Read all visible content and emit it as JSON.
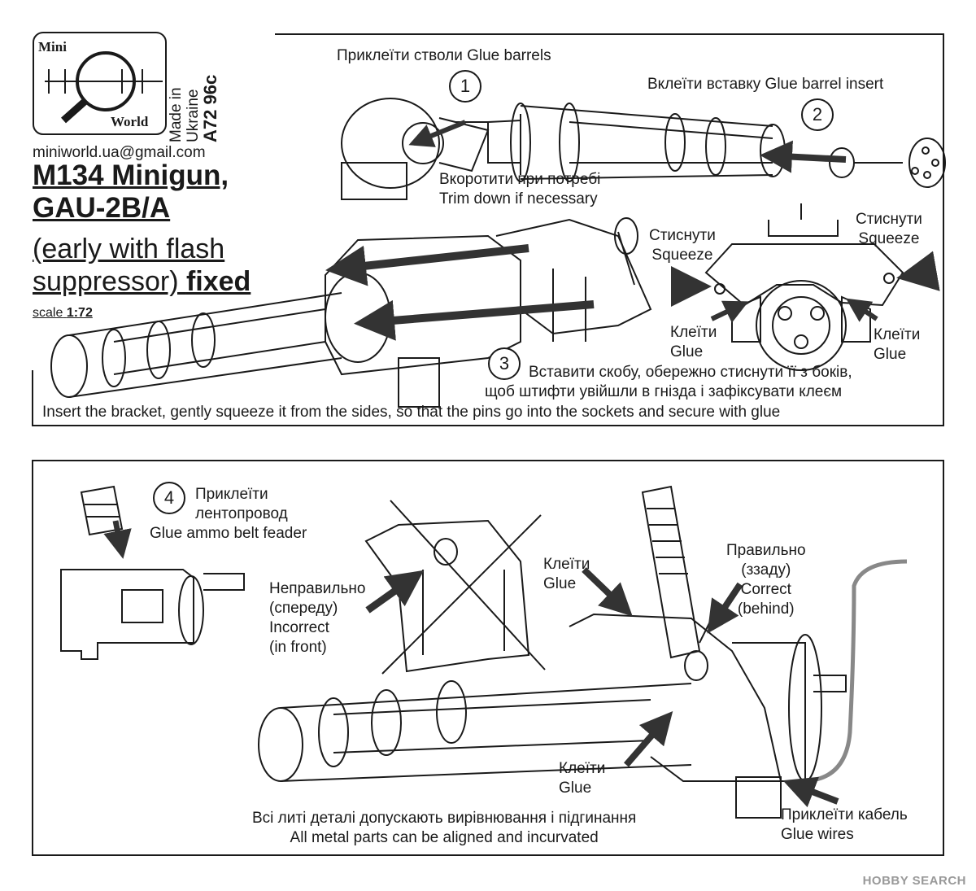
{
  "header": {
    "brand_line1": "Mini",
    "brand_line2": "World",
    "made_in": "Made in",
    "country": "Ukraine",
    "code": "A72 96c",
    "email": "miniworld.ua@gmail.com",
    "title_1": "M134 Minigun,",
    "title_2": "GAU-2B/A",
    "title_3": "(early with flash",
    "title_4a": "suppressor)",
    "title_4b": "fixed",
    "scale_label": "scale",
    "scale_value": "1:72"
  },
  "steps": [
    {
      "num": "1",
      "lines": [
        "Приклеїти стволи Glue barrels"
      ]
    },
    {
      "num": "2",
      "lines": [
        "Вклеїти вставку Glue barrel insert"
      ]
    },
    {
      "num": "3",
      "lines": [
        "Вставити скобу, обережно стиснути її з боків,",
        "щоб штифти увійшли в гнізда і зафіксувати клеєм",
        "Insert the bracket, gently squeeze it from the sides, so that the pins go into the sockets and secure with glue"
      ]
    },
    {
      "num": "4",
      "lines": [
        "Приклеїти",
        "лентопровод",
        "Glue ammo belt feader"
      ]
    }
  ],
  "notes": {
    "trim": [
      "Вкоротити при потребі",
      "Trim down if necessary"
    ],
    "squeeze_left": [
      "Стиснути",
      "Squeeze"
    ],
    "squeeze_right": [
      "Стиснути",
      "Squeeze"
    ],
    "glue_left": [
      "Клеїти",
      "Glue"
    ],
    "glue_right": [
      "Клеїти",
      "Glue"
    ],
    "incorrect": [
      "Неправильно",
      "(спереду)",
      "Incorrect",
      "(in front)"
    ],
    "correct": [
      "Правильно",
      "(ззаду)",
      "Correct",
      "(behind)"
    ],
    "glue_top": [
      "Клеїти",
      "Glue"
    ],
    "glue_bottom": [
      "Клеїти",
      "Glue"
    ],
    "wires": [
      "Приклеїти кабель",
      "Glue wires"
    ],
    "footer": [
      "Всі литі деталі допускають вирівнювання і підгинання",
      "All metal parts can be aligned and incurvated"
    ]
  },
  "watermark": "HOBBY SEARCH"
}
